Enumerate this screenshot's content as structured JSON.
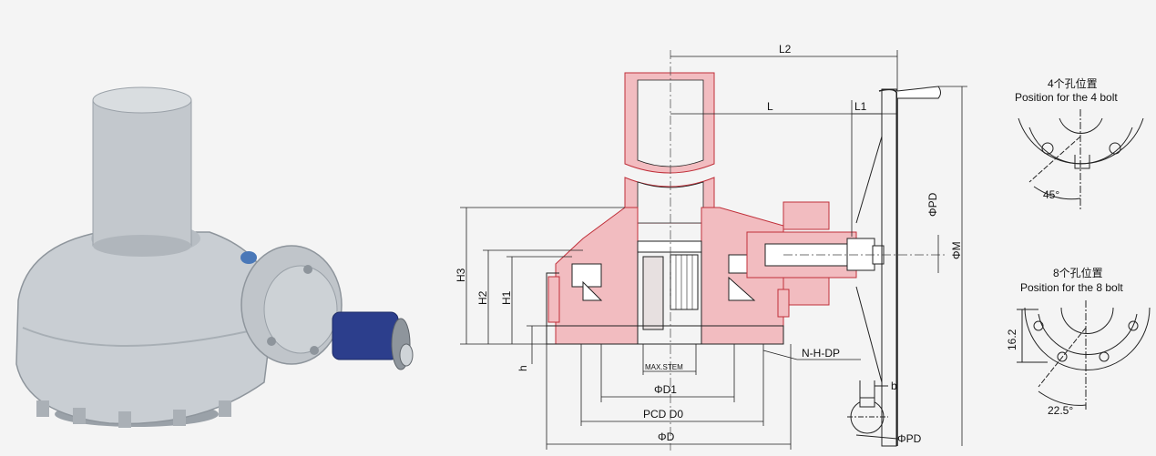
{
  "colors": {
    "section_fill": "#f2bcc0",
    "section_stroke": "#c0303a",
    "line": "#222222",
    "photo_body": "#c9ced3",
    "photo_handle": "#2c3e8c"
  },
  "dimensions": {
    "l2": "L2",
    "l": "L",
    "l1": "L1",
    "h3": "H3",
    "h2": "H2",
    "h1": "H1",
    "h": "h",
    "max_stem": "MAX.STEM",
    "d1": "ΦD1",
    "pcd": "PCD D0",
    "d": "ΦD",
    "nhdp": "N-H-DP",
    "phi_pd_vertical": "ΦPD",
    "phi_m": "ΦM",
    "b": "b",
    "phi_pd_shaft": "ΦPD"
  },
  "bolt4": {
    "title_cn": "4个孔位置",
    "title_en": "Position for the 4 bolt",
    "angle": "45°"
  },
  "bolt8": {
    "title_cn": "8个孔位置",
    "title_en": "Position for the 8 bolt",
    "dim": "16.2",
    "angle": "22.5°"
  }
}
